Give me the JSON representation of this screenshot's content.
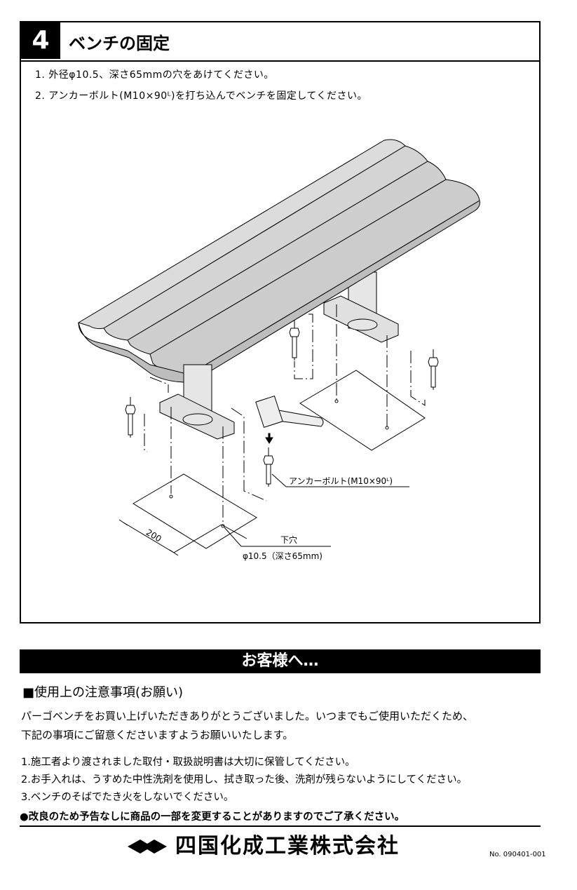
{
  "step": {
    "number": "4",
    "title": "ベンチの固定",
    "instructions": [
      "1. 外径φ10.5、深さ65mmの穴をあけてください。",
      "2. アンカーボルト(M10×90ᴸ)を打ち込んでベンチを固定してください。"
    ]
  },
  "diagram": {
    "anchor_label": "アンカーボルト(M10×90ᴸ)",
    "dimension_label": "200",
    "hole_label_line1": "下穴",
    "hole_label_line2": "φ10.5（深さ65mm)"
  },
  "customer": {
    "header": "お客様へ…",
    "section_title": "■使用上の注意事項(お願い)",
    "intro_line1": "パーゴベンチをお買い上げいただきありがとうございました。いつまでもご使用いただくため、",
    "intro_line2": "下記の事項にご留意くださいますようお願いいたします。",
    "items": [
      "1.施工者より渡されました取付・取扱説明書は大切に保管してください。",
      "2.お手入れは、うすめた中性洗剤を使用し、拭き取った後、洗剤が残らないようにしてください。",
      "3.ベンチのそばでたき火をしないでください。"
    ],
    "notice": "●改良のため予告なしに商品の一部を変更することがありますのでご了承ください。"
  },
  "footer": {
    "company": "四国化成工業株式会社",
    "doc_no": "No. 090401-001"
  }
}
